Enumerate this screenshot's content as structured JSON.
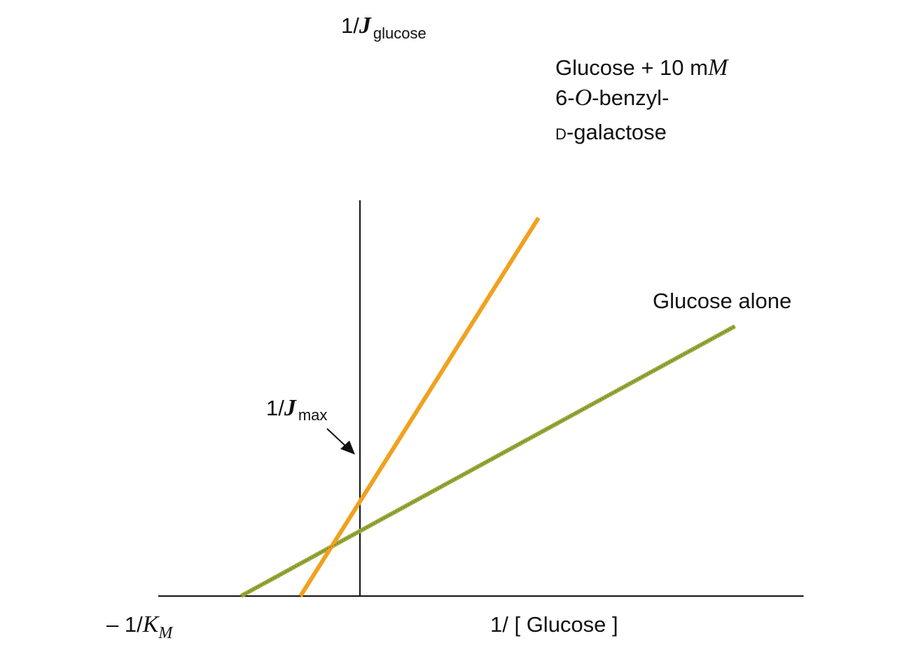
{
  "chart_data": {
    "type": "line",
    "title": "",
    "ylabel": {
      "prefix": "1/",
      "var": "J",
      "sub": "glucose"
    },
    "xlabel": "1/ [ Glucose ]",
    "x_intercept_label": {
      "prefix": "– 1/",
      "var": "K",
      "sub": "M"
    },
    "y_intercept_label": {
      "prefix": "1/",
      "var": "J",
      "sub": "max"
    },
    "xlim": [
      -1.7,
      3.75
    ],
    "ylim": [
      0,
      4.7
    ],
    "grid": false,
    "legend": "inline labels at line ends",
    "series": [
      {
        "name": "Glucose alone",
        "label_lines": [
          "Glucose alone"
        ],
        "color": "#9aa83a",
        "x": [
          -1.0,
          3.15
        ],
        "y": [
          0.0,
          3.21
        ]
      },
      {
        "name": "Glucose + 10 mM 6-O-benzyl-D-galactose",
        "label_lines": [
          [
            {
              "t": "Glucose + 10 m"
            },
            {
              "t": "M",
              "it": true
            }
          ],
          [
            {
              "t": "6-"
            },
            {
              "t": "O",
              "it": true
            },
            {
              "t": "-benzyl-"
            }
          ],
          [
            {
              "t": "D",
              "sc": true
            },
            {
              "t": "-galactose"
            }
          ]
        ],
        "color": "#f0a11e",
        "x": [
          -0.5,
          1.5
        ],
        "y": [
          0.0,
          4.5
        ]
      }
    ]
  }
}
